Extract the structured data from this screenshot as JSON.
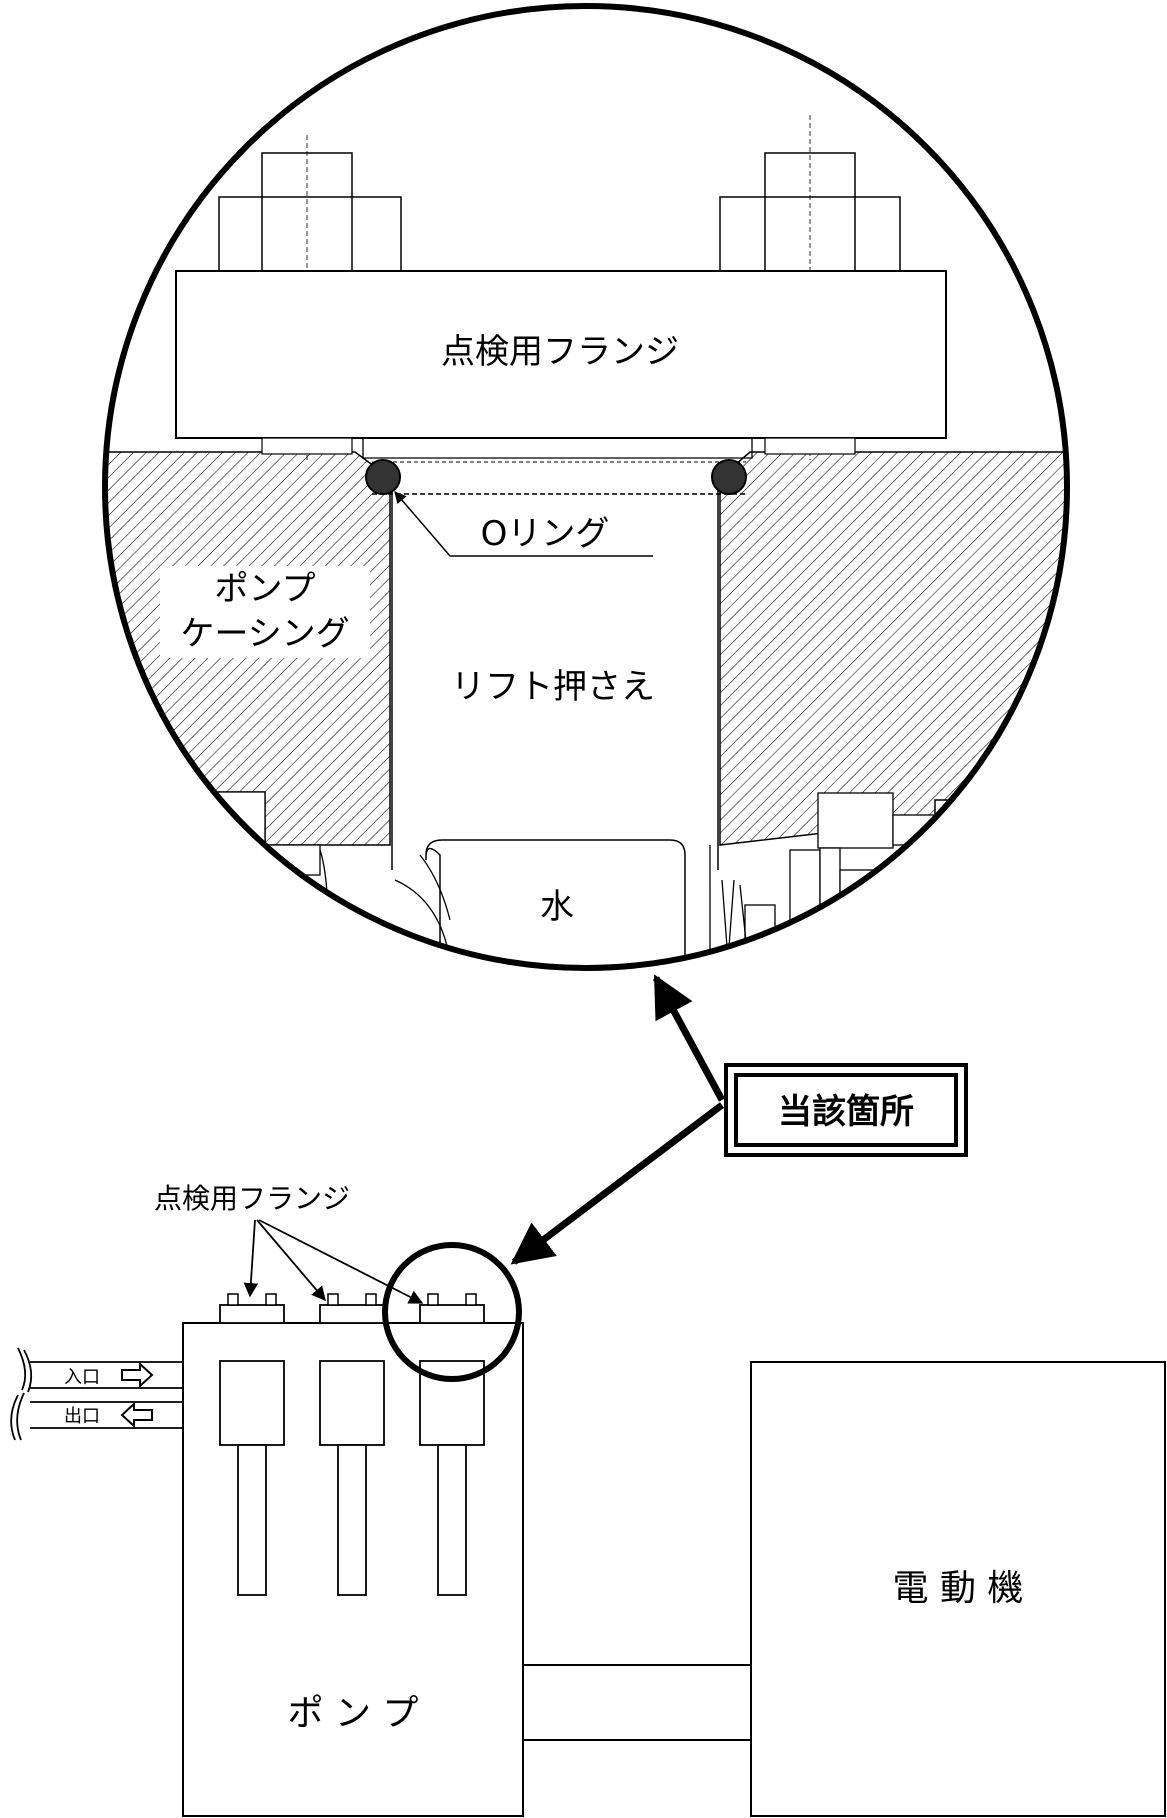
{
  "detail": {
    "flange_label": "点検用フランジ",
    "oring_label": "Oリング",
    "casing_label_line1": "ポンプ",
    "casing_label_line2": "ケーシング",
    "lift_label": "リフト押さえ",
    "water_label": "水"
  },
  "callout": {
    "location_label": "当該箇所"
  },
  "overview": {
    "flange_label": "点検用フランジ",
    "inlet_label": "入口",
    "outlet_label": "出口",
    "pump_label": "ポ ン プ",
    "motor_label": "電 動 機"
  },
  "colors": {
    "line": "#000000",
    "oring": "#333333",
    "background": "#ffffff"
  }
}
